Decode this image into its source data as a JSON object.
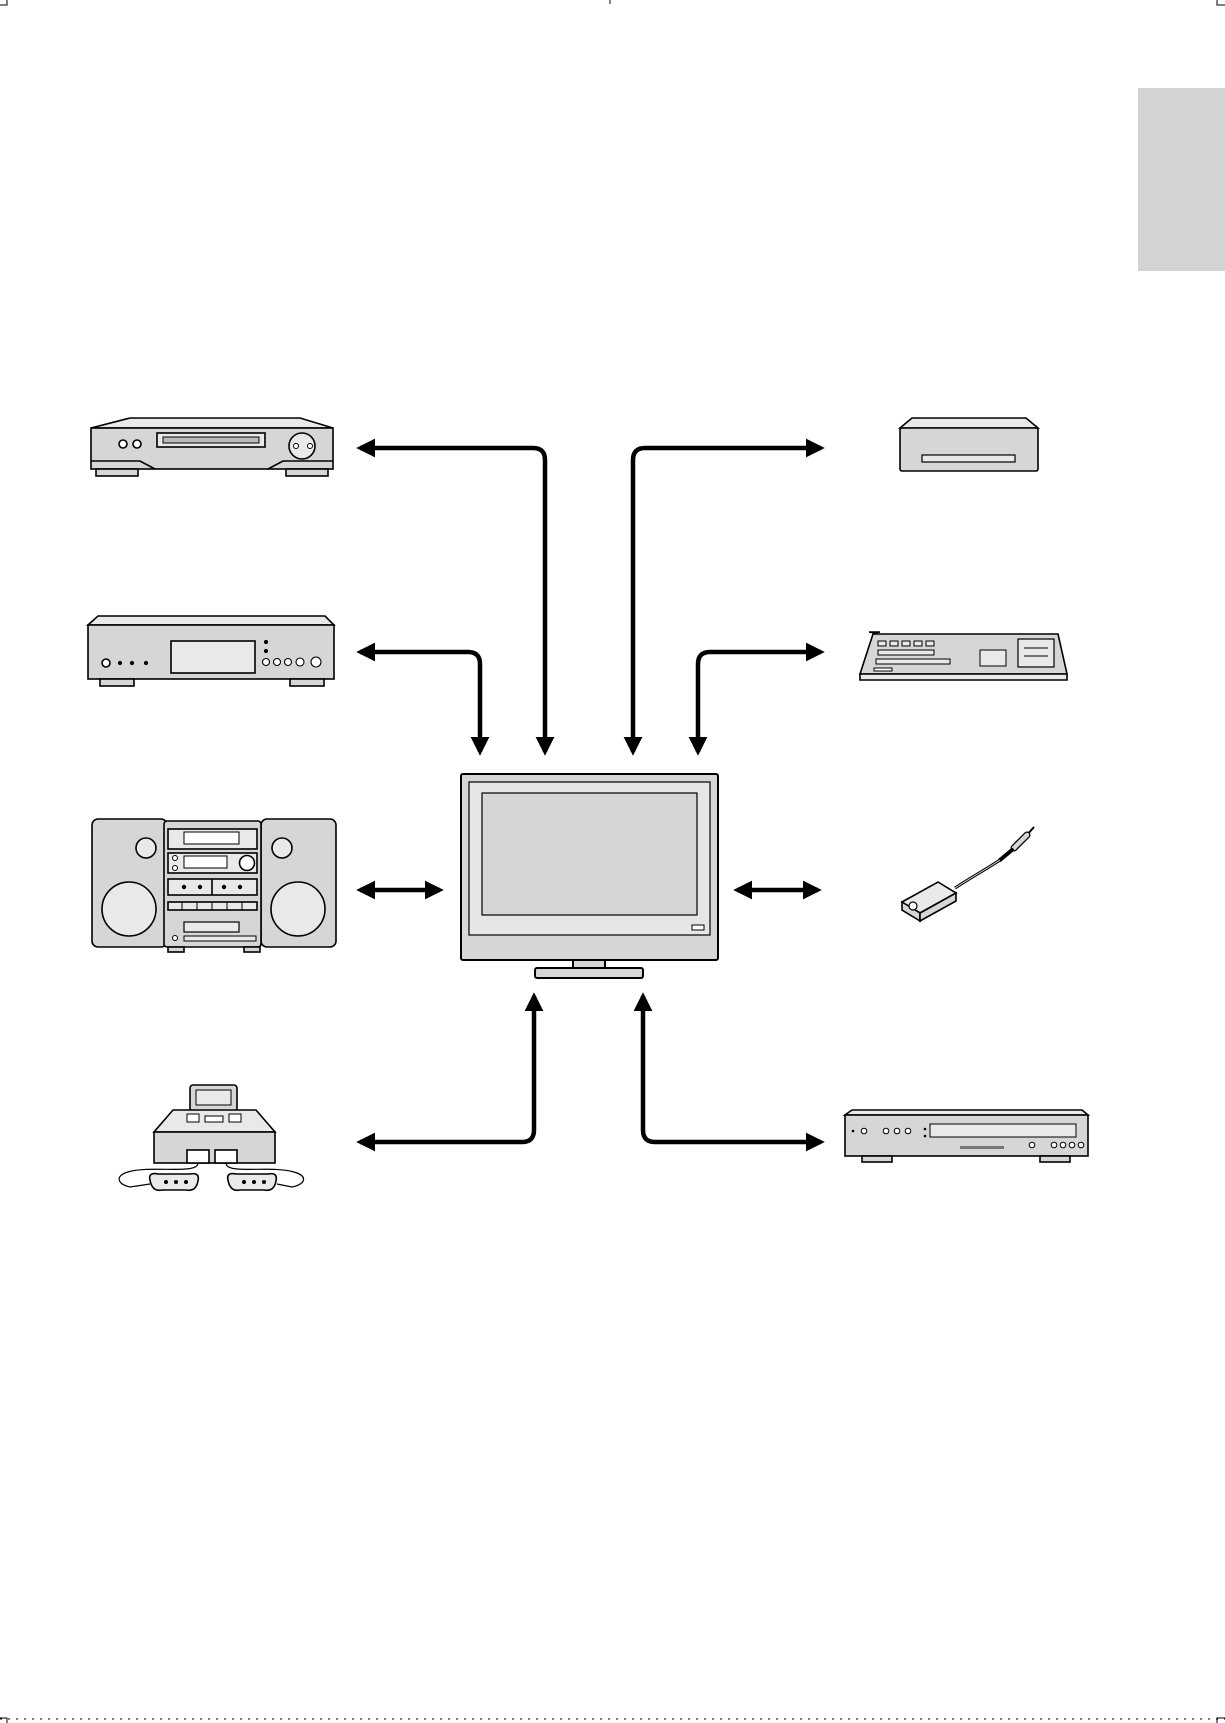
{
  "page": {
    "background": "#ffffff",
    "line_color": "#000000",
    "device_fill": "#d6d6d6",
    "device_light_fill": "#e9e9e9",
    "tab_color": "#d3d3d3"
  },
  "diagram": {
    "center_device": "flat-panel-tv",
    "connected_devices": [
      "vcr",
      "dvd-player",
      "stereo-system",
      "game-console",
      "camcorder",
      "pc-keyboard",
      "ir-sensor-cable",
      "dvd-recorder"
    ],
    "connections": [
      {
        "from": "vcr",
        "to": "flat-panel-tv",
        "direction": "bidirectional"
      },
      {
        "from": "dvd-player",
        "to": "flat-panel-tv",
        "direction": "bidirectional"
      },
      {
        "from": "stereo-system",
        "to": "flat-panel-tv",
        "direction": "bidirectional"
      },
      {
        "from": "game-console",
        "to": "flat-panel-tv",
        "direction": "bidirectional"
      },
      {
        "from": "camcorder",
        "to": "flat-panel-tv",
        "direction": "bidirectional"
      },
      {
        "from": "pc-keyboard",
        "to": "flat-panel-tv",
        "direction": "bidirectional"
      },
      {
        "from": "ir-sensor-cable",
        "to": "flat-panel-tv",
        "direction": "bidirectional"
      },
      {
        "from": "dvd-recorder",
        "to": "flat-panel-tv",
        "direction": "bidirectional"
      }
    ]
  }
}
